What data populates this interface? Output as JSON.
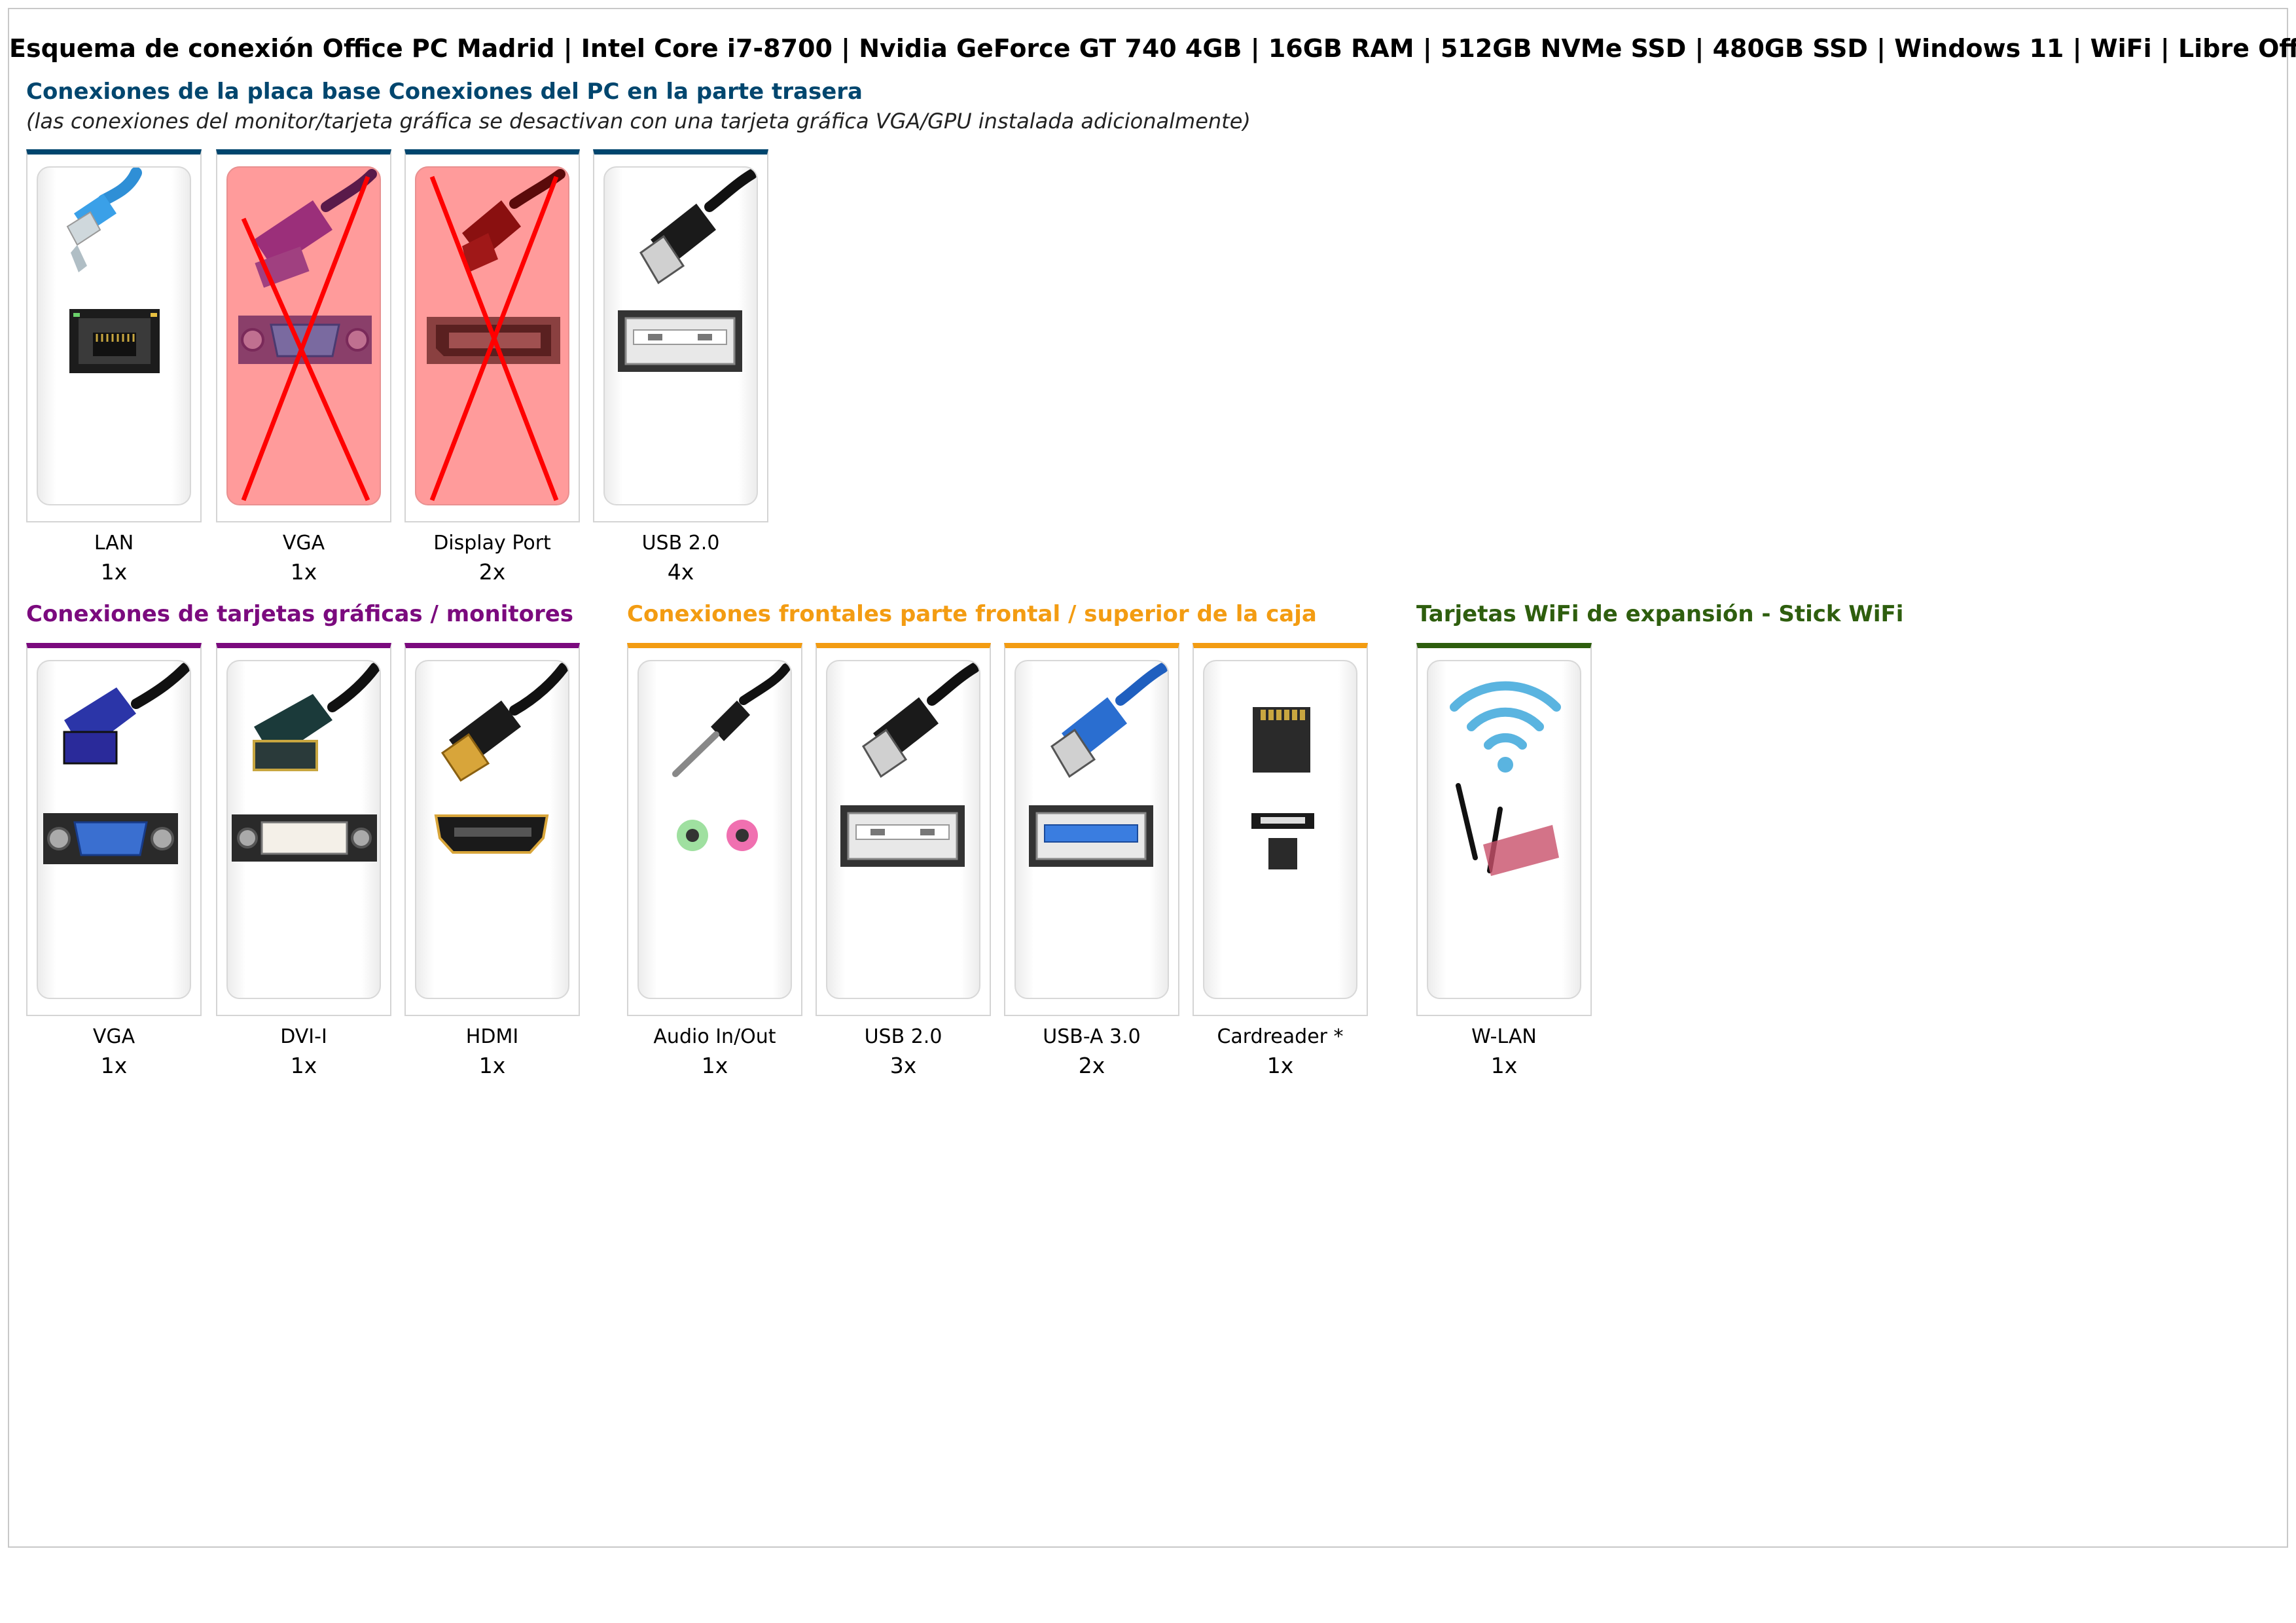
{
  "title": "Esquema de conexión Office PC Madrid | Intel Core i7-8700 | Nvidia GeForce GT 740 4GB | 16GB RAM | 512GB NVMe SSD | 480GB SSD | Windows 11 | WiFi | Libre Office",
  "sections": {
    "mainboard": {
      "title": "Conexiones de la placa base Conexiones del PC en la parte trasera",
      "subtitle": "(las conexiones del monitor/tarjeta gráfica se desactivan con una tarjeta gráfica VGA/GPU instalada adicionalmente)",
      "color": "#00466e",
      "items": [
        {
          "label": "LAN",
          "count": "1x",
          "icon": "lan-icon",
          "disabled": false
        },
        {
          "label": "VGA",
          "count": "1x",
          "icon": "vga-icon",
          "disabled": true
        },
        {
          "label": "Display Port",
          "count": "2x",
          "icon": "displayport-icon",
          "disabled": true
        },
        {
          "label": "USB 2.0",
          "count": "4x",
          "icon": "usb2-icon",
          "disabled": false
        }
      ]
    },
    "graphics": {
      "title": "Conexiones de tarjetas gráficas / monitores",
      "color": "#7b0a7e",
      "items": [
        {
          "label": "VGA",
          "count": "1x",
          "icon": "vga-icon"
        },
        {
          "label": "DVI-I",
          "count": "1x",
          "icon": "dvi-icon"
        },
        {
          "label": "HDMI",
          "count": "1x",
          "icon": "hdmi-icon"
        }
      ]
    },
    "front": {
      "title": "Conexiones frontales parte frontal / superior de la caja",
      "color": "#f39c12",
      "items": [
        {
          "label": "Audio In/Out",
          "count": "1x",
          "icon": "audio-jack-icon"
        },
        {
          "label": "USB 2.0",
          "count": "3x",
          "icon": "usb2-icon"
        },
        {
          "label": "USB-A 3.0",
          "count": "2x",
          "icon": "usb3-icon"
        },
        {
          "label": "Cardreader *",
          "count": "1x",
          "icon": "sd-card-icon"
        }
      ]
    },
    "wifi": {
      "title": "Tarjetas WiFi de expansión - Stick WiFi",
      "color": "#2e5e0e",
      "items": [
        {
          "label": "W-LAN",
          "count": "1x",
          "icon": "wifi-antenna-icon"
        }
      ]
    }
  }
}
